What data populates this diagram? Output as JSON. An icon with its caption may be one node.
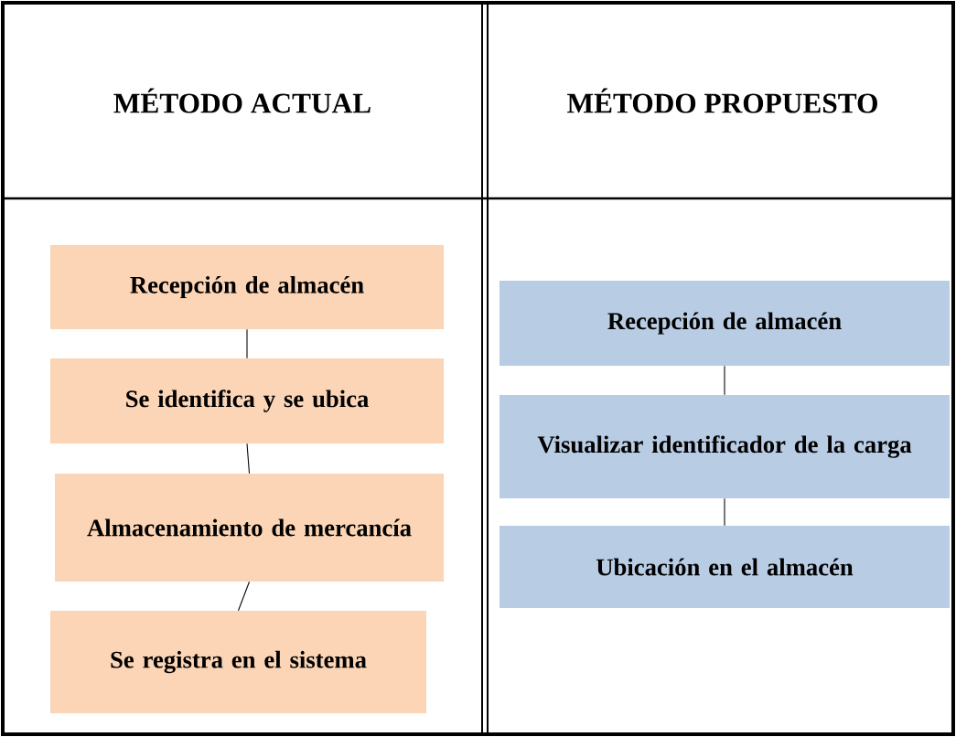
{
  "diagram": {
    "nodes": [
      {
        "text": [
          "Recepción de almacén"
        ]
      },
      {
        "text": [
          "Se identifica y se ubica"
        ]
      },
      {
        "text": [
          "Almacenamiento de mercancía"
        ]
      },
      {
        "text": [
          "Se registra en el sistema"
        ]
      },
      {
        "text": [
          "Recepción de almacén"
        ]
      },
      {
        "text": [
          "Visualizar identificador de la carga"
        ]
      },
      {
        "text": [
          "Ubicación en el almacén"
        ]
      }
    ],
    "edges": [
      {
        "from": 0,
        "to": 1,
        "arrow": "none"
      },
      {
        "from": 1,
        "to": 2,
        "arrow": "none"
      },
      {
        "from": 2,
        "to": 3,
        "arrow": "none"
      },
      {
        "from": 4,
        "to": 5,
        "arrow": "none"
      },
      {
        "from": 5,
        "to": 6,
        "arrow": "none"
      }
    ],
    "labels": [
      "MÉTODO ACTUAL",
      "MÉTODO PROPUESTO"
    ]
  }
}
